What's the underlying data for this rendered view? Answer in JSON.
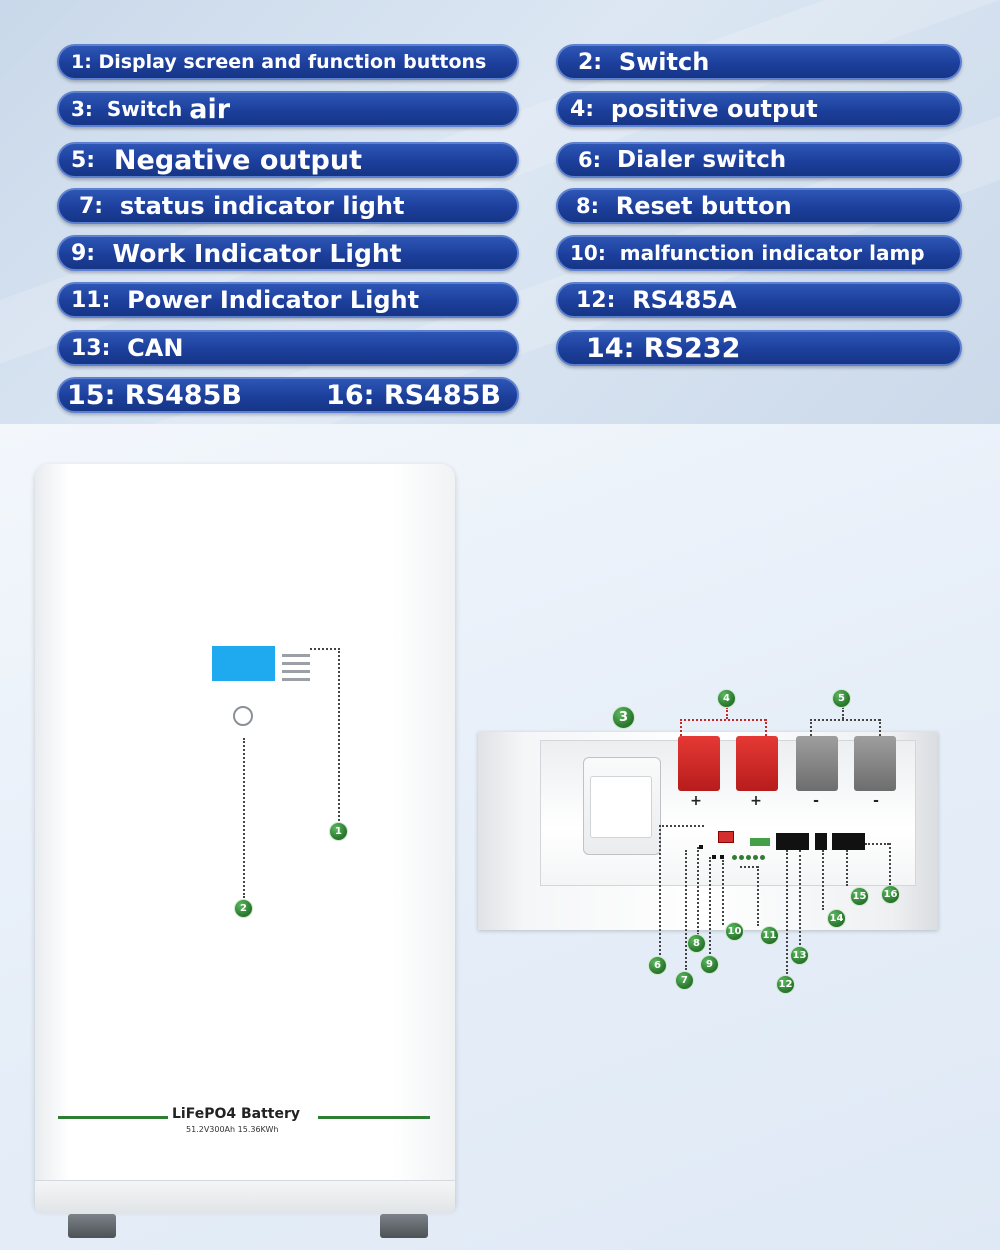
{
  "legend": {
    "items": [
      {
        "num": "1:",
        "label": "Display screen and function buttons"
      },
      {
        "num": "2:",
        "label": "Switch"
      },
      {
        "num": "3:",
        "label": "Switch",
        "extra": "air"
      },
      {
        "num": "4:",
        "label": "positive output"
      },
      {
        "num": "5:",
        "label": "Negative output"
      },
      {
        "num": "6:",
        "label": "Dialer switch"
      },
      {
        "num": "7:",
        "label": "status indicator light"
      },
      {
        "num": "8:",
        "label": "Reset button"
      },
      {
        "num": "9:",
        "label": "Work Indicator Light"
      },
      {
        "num": "10:",
        "label": "malfunction indicator lamp"
      },
      {
        "num": "11:",
        "label": "Power Indicator Light"
      },
      {
        "num": "12:",
        "label": "RS485A"
      },
      {
        "num": "13:",
        "label": "CAN"
      },
      {
        "num": "14:",
        "label": "RS232",
        "compact": true
      },
      {
        "num": "15:",
        "label": "RS485B",
        "compact": true
      },
      {
        "num": "16:",
        "label": "RS485B",
        "compact": true
      }
    ]
  },
  "product": {
    "name": "LiFePO4 Battery",
    "spec": "51.2V300Ah 15.36KWh"
  },
  "callouts": [
    "1",
    "2",
    "3",
    "4",
    "5",
    "6",
    "7",
    "8",
    "9",
    "10",
    "11",
    "12",
    "13",
    "14",
    "15",
    "16"
  ],
  "terminal_signs": {
    "plus": "+",
    "minus": "-"
  },
  "colors": {
    "pill_blue": "#1c3f9c",
    "badge_green": "#2e7d32",
    "lcd_blue": "#1fa9ee",
    "terminal_red": "#d32f2f",
    "terminal_gray": "#8a8a8a"
  }
}
